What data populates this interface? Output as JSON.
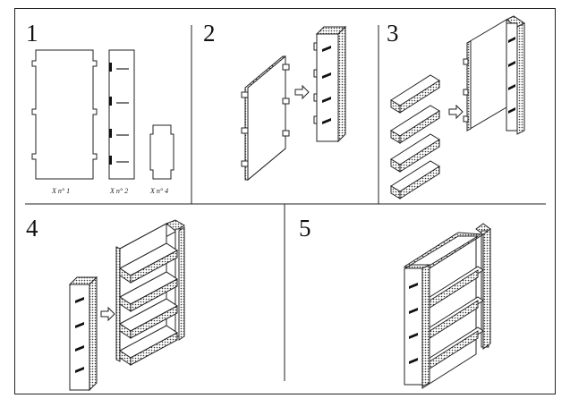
{
  "steps": [
    {
      "number": "1"
    },
    {
      "number": "2"
    },
    {
      "number": "3"
    },
    {
      "number": "4"
    },
    {
      "number": "5"
    }
  ],
  "parts": [
    {
      "label": "X n° 1"
    },
    {
      "label": "X n° 2"
    },
    {
      "label": "X n° 4"
    }
  ]
}
